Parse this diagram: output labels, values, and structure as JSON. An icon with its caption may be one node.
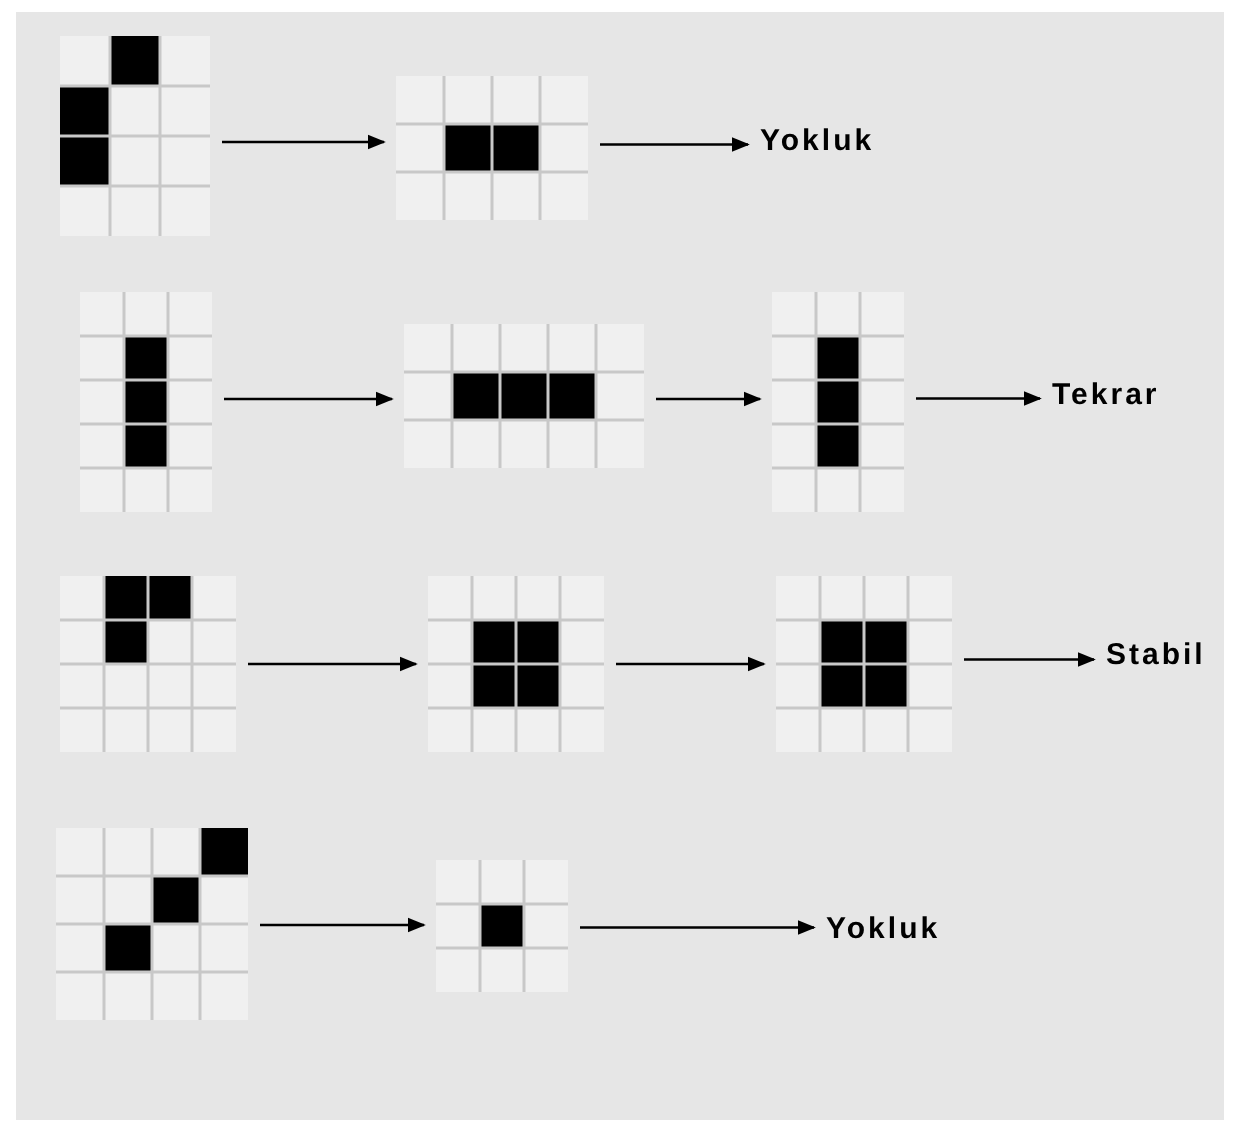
{
  "diagram": {
    "nodes": [
      {
        "text": [],
        "shape": "picture"
      },
      {
        "text": [],
        "shape": "picture"
      },
      {
        "text": [
          "Yokluk"
        ]
      },
      {
        "text": [],
        "shape": "picture"
      },
      {
        "text": [],
        "shape": "picture"
      },
      {
        "text": [],
        "shape": "picture"
      },
      {
        "text": [
          "Tekrar"
        ]
      },
      {
        "text": [],
        "shape": "picture"
      },
      {
        "text": [],
        "shape": "picture"
      },
      {
        "text": [],
        "shape": "picture"
      },
      {
        "text": [
          "Stabil"
        ]
      },
      {
        "text": [],
        "shape": "picture"
      },
      {
        "text": [],
        "shape": "picture"
      },
      {
        "text": [
          "Yokluk"
        ]
      }
    ],
    "edges": [
      {
        "from": 0,
        "to": 1,
        "arrow": "to"
      },
      {
        "from": 1,
        "to": 2,
        "arrow": "to"
      },
      {
        "from": 3,
        "to": 4,
        "arrow": "to"
      },
      {
        "from": 4,
        "to": 5,
        "arrow": "to"
      },
      {
        "from": 5,
        "to": 6,
        "arrow": "to"
      },
      {
        "from": 7,
        "to": 8,
        "arrow": "to"
      },
      {
        "from": 8,
        "to": 9,
        "arrow": "to"
      },
      {
        "from": 9,
        "to": 10,
        "arrow": "to"
      },
      {
        "from": 11,
        "to": 12,
        "arrow": "to"
      },
      {
        "from": 12,
        "to": 13,
        "arrow": "to"
      }
    ]
  }
}
